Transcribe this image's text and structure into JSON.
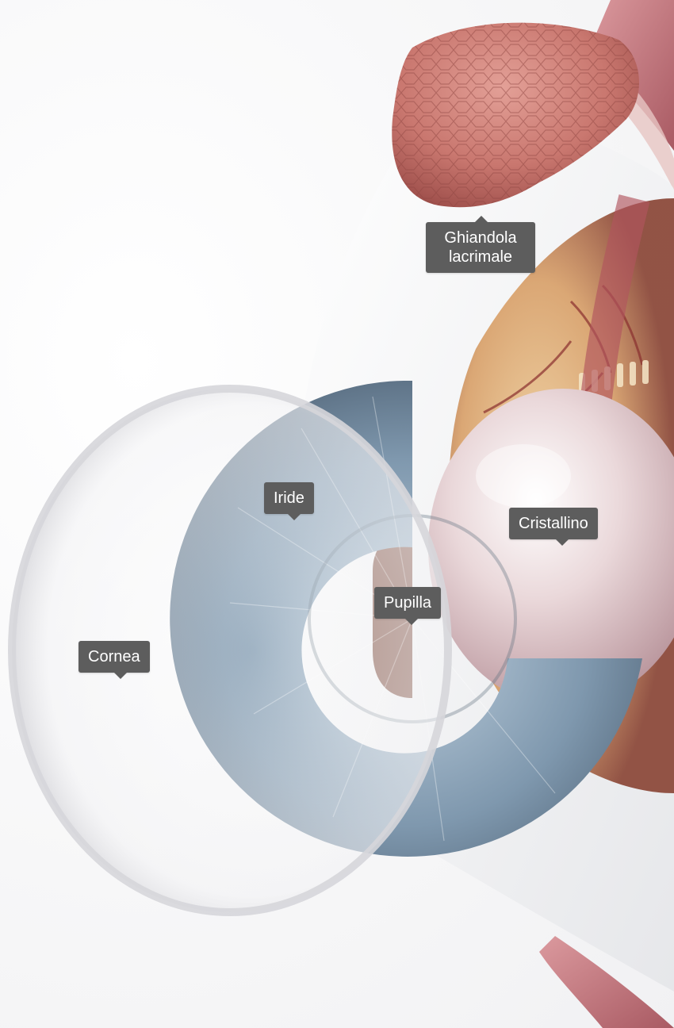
{
  "labels": {
    "lacrimal_gland": [
      "Ghiandola",
      "lacrimale"
    ],
    "iris": "Iride",
    "lens": "Cristallino",
    "pupil": "Pupilla",
    "cornea": "Cornea"
  },
  "colors": {
    "label_background": "#5d5d5d",
    "label_text": "#ffffff",
    "iris_blue": "#8fa6ba",
    "gland_pink": "#c9776f",
    "lens_pearl": "#ead8da",
    "muscle_red": "#b1555e"
  }
}
